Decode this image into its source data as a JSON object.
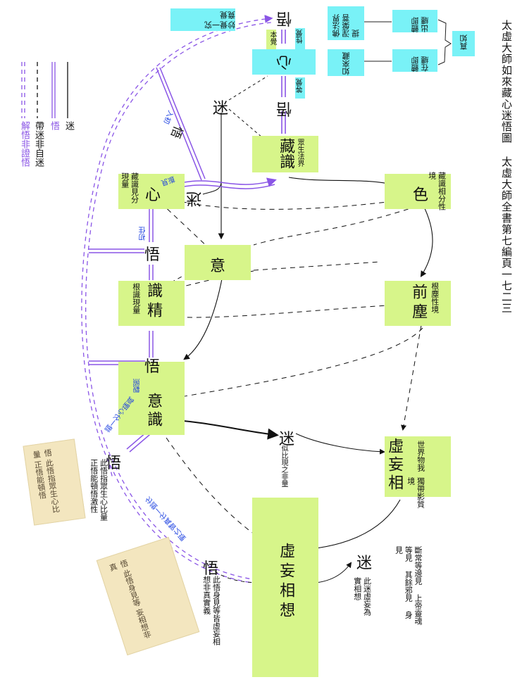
{
  "title": {
    "main": "太虛大師如來藏心迷悟圖",
    "source": "太虛大師全書第七編頁一七二三"
  },
  "legend": [
    {
      "symbol": "solid-black",
      "label": "迷"
    },
    {
      "symbol": "double-purple",
      "label": "悟"
    },
    {
      "symbol": "dash-black",
      "label": "帶迷非自迷"
    },
    {
      "symbol": "double-dash-purple",
      "label": "解悟非證悟"
    }
  ],
  "top_right_block": {
    "buddha_dharma": "佛法界 涅槃菩提",
    "tathagatagarbha": "如來藏",
    "out_of_bonds": "體即出纏",
    "in_bonds": "體即在纏",
    "true_suchness": "真如"
  },
  "top_banner": "妙覺一究竟覺",
  "center_top": {
    "heart_box": "心",
    "wu_top": "悟",
    "wu_lower": "悟",
    "ben_jue": "本覺",
    "side_top": "性覺",
    "side_bottom": "等覺",
    "mi": "迷"
  },
  "nodes": {
    "zang_shi": {
      "main": "藏識",
      "side": "眾生法界"
    },
    "xin": {
      "main": "心",
      "side": "藏識見分現量"
    },
    "se": {
      "main": "色",
      "side": "藏識相分性境"
    },
    "yi": {
      "main": "意"
    },
    "shi_jing": {
      "main": "識精",
      "side": "根識現量"
    },
    "qian_chen": {
      "main": "前塵",
      "side": "根塵性境"
    },
    "yi_shi": {
      "main": "意識"
    },
    "xu_wang_xiang": {
      "main": "虛妄相",
      "side1": "世界物我",
      "side2": "獨帶影質境"
    },
    "xu_wang_xiang_xiang": {
      "main": "虛妄相想"
    }
  },
  "labels": {
    "mi_near_xin": "迷",
    "wu_xin_diag": "悟",
    "wu_left_1": "悟",
    "wu_left_2": "悟",
    "wu_bottom_left": "悟",
    "wu_bottom": "悟",
    "mi_middle": "迷",
    "mi_middle_note": "似比現之非量",
    "mi_bottom": "迷",
    "mi_bottom_note": "此迷虛妄為實相想",
    "mi_bottom_far_note": "斷常等邊見 上帝靈魂等見 其餘邪見 身見",
    "wu_bottom_note": "此悟身見等皆虛妄相想非真實義",
    "wu_left_note": "此悟指眾生心比量 正悟能頓悟激性",
    "blue_labels": [
      "入初",
      "見道",
      "初住",
      "觀照",
      "證一分心理或",
      "分證一分真智之理"
    ]
  },
  "manuscript_snippets": [
    {
      "text": "悟 此悟指眾生心比量 正悟能頓悟"
    },
    {
      "text": "悟 此悟身見等 妄相想非真"
    }
  ],
  "colors": {
    "green_box": "#d7f58a",
    "cyan_box": "#79f2f7",
    "purple_line": "#8a55e6",
    "blue_text": "#1a3fe0",
    "parchment": "#f3e6bf"
  }
}
